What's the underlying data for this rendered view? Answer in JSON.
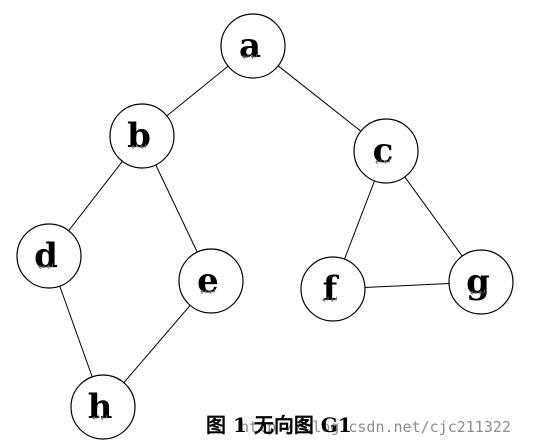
{
  "graph": {
    "nodes": [
      {
        "id": "a",
        "label": "a"
      },
      {
        "id": "b",
        "label": "b"
      },
      {
        "id": "c",
        "label": "c"
      },
      {
        "id": "d",
        "label": "d"
      },
      {
        "id": "e",
        "label": "e"
      },
      {
        "id": "f",
        "label": "f"
      },
      {
        "id": "g",
        "label": "g"
      },
      {
        "id": "h",
        "label": "h"
      }
    ],
    "edges": [
      [
        "a",
        "b"
      ],
      [
        "a",
        "c"
      ],
      [
        "b",
        "d"
      ],
      [
        "b",
        "e"
      ],
      [
        "d",
        "h"
      ],
      [
        "e",
        "h"
      ],
      [
        "c",
        "f"
      ],
      [
        "c",
        "g"
      ],
      [
        "f",
        "g"
      ]
    ],
    "paragraph_mark": "↵↵"
  },
  "caption": "图 1  无向图 G1",
  "watermark": "http://blog.csdn.net/cjc211322"
}
